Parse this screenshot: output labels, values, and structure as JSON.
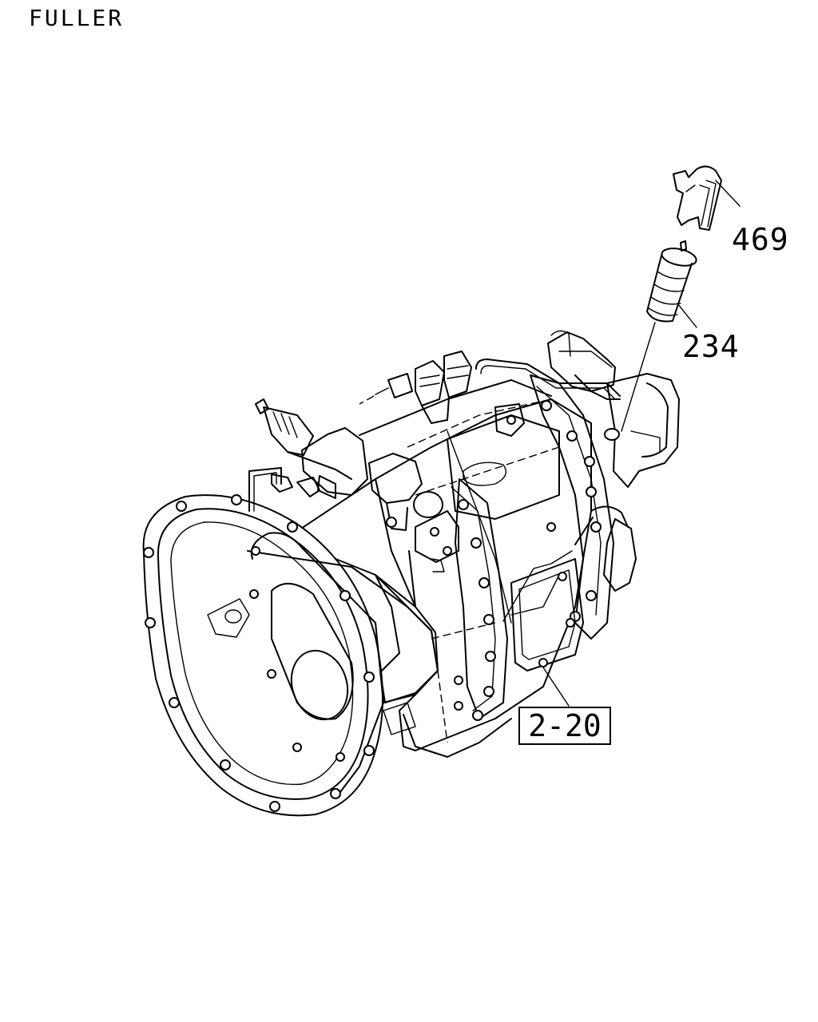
{
  "header": {
    "title": "FULLER"
  },
  "callouts": {
    "clip_part_number": "469",
    "switch_part_number": "234",
    "transmission_reference": "2-20"
  }
}
